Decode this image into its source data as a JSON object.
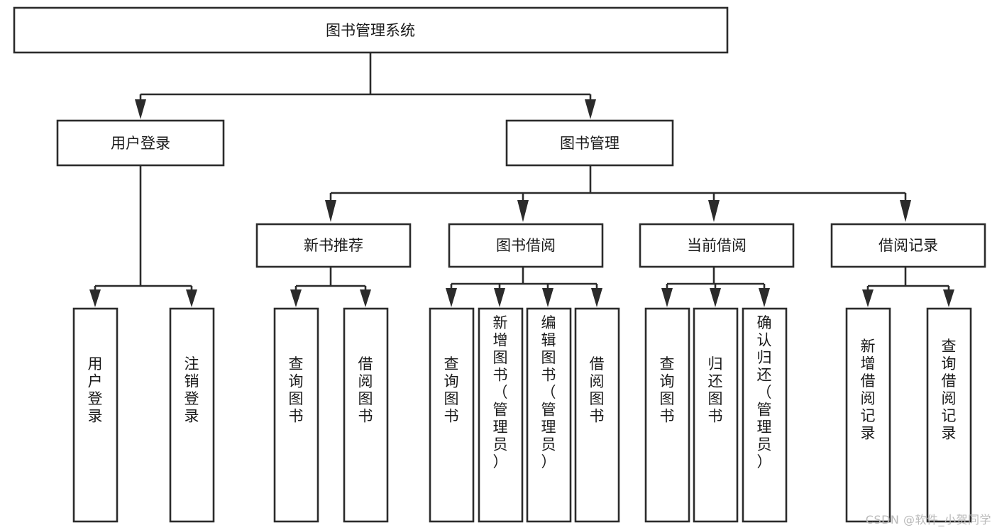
{
  "diagram": {
    "type": "tree",
    "title": "图书管理系统",
    "watermark": "CSDN @软件_小贺同学",
    "colors": {
      "box_stroke": "#2b2b2b",
      "box_fill": "#ffffff",
      "text": "#1a1a1a",
      "background": "#ffffff",
      "watermark": "#b9b9b9"
    },
    "levels": {
      "root": {
        "label": "图书管理系统"
      },
      "level2": [
        {
          "label": "用户登录"
        },
        {
          "label": "图书管理"
        }
      ],
      "level3": [
        {
          "label": "新书推荐"
        },
        {
          "label": "图书借阅"
        },
        {
          "label": "当前借阅"
        },
        {
          "label": "借阅记录"
        }
      ],
      "leaves": [
        {
          "label": "用户登录",
          "parent": "用户登录"
        },
        {
          "label": "注销登录",
          "parent": "用户登录"
        },
        {
          "label": "查询图书",
          "parent": "新书推荐"
        },
        {
          "label": "借阅图书",
          "parent": "新书推荐"
        },
        {
          "label": "查询图书",
          "parent": "图书借阅"
        },
        {
          "label": "新增图书（管理员）",
          "parent": "图书借阅"
        },
        {
          "label": "编辑图书（管理员）",
          "parent": "图书借阅"
        },
        {
          "label": "借阅图书",
          "parent": "图书借阅"
        },
        {
          "label": "查询图书",
          "parent": "当前借阅"
        },
        {
          "label": "归还图书",
          "parent": "当前借阅"
        },
        {
          "label": "确认归还（管理员）",
          "parent": "当前借阅"
        },
        {
          "label": "新增借阅记录",
          "parent": "借阅记录"
        },
        {
          "label": "查询借阅记录",
          "parent": "借阅记录"
        }
      ]
    },
    "node_text": {
      "root": "图书管理系统",
      "n_user_login": "用户登录",
      "n_book_manage": "图书管理",
      "n_new_book_rec": "新书推荐",
      "n_book_borrow": "图书借阅",
      "n_current_borrow": "当前借阅",
      "n_borrow_record": "借阅记录",
      "leaf_user_login": "用户登录",
      "leaf_logout": "注销登录",
      "leaf_query_book_1": "查询图书",
      "leaf_borrow_book_1": "借阅图书",
      "leaf_query_book_2": "查询图书",
      "leaf_add_book": "新增图书（管理员）",
      "leaf_edit_book": "编辑图书（管理员）",
      "leaf_borrow_book_2": "借阅图书",
      "leaf_query_book_3": "查询图书",
      "leaf_return_book": "归还图书",
      "leaf_confirm_return": "确认归还（管理员）",
      "leaf_add_record": "新增借阅记录",
      "leaf_query_record": "查询借阅记录"
    }
  }
}
